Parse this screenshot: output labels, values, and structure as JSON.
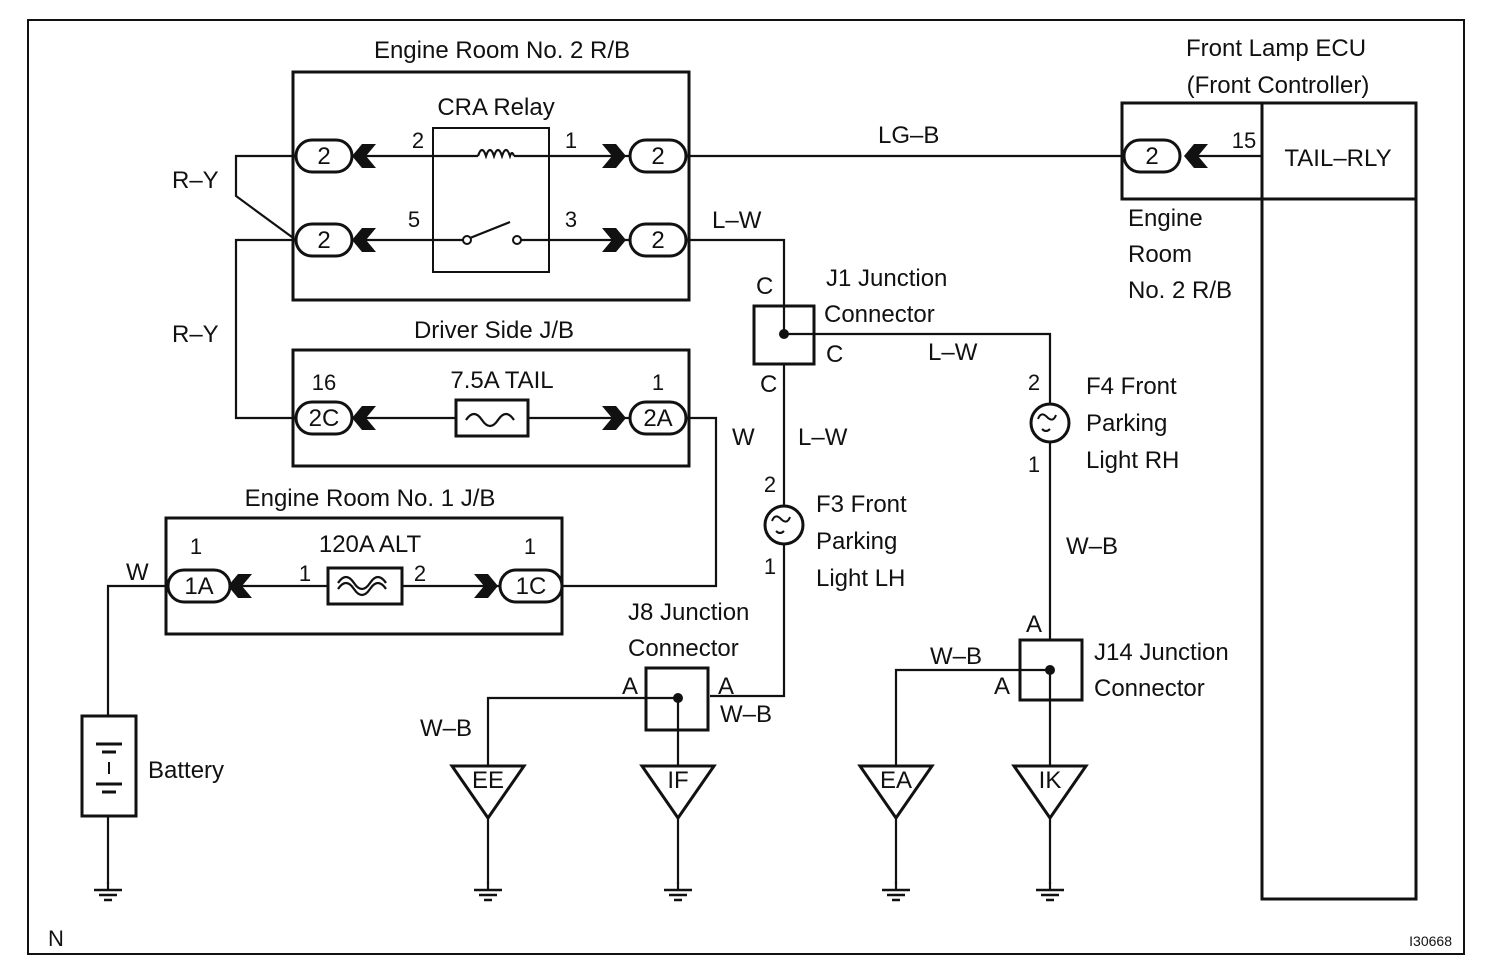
{
  "frame": {
    "corner_left": "N",
    "code": "I30668"
  },
  "er2_rb": {
    "title": "Engine Room No. 2 R/B",
    "relay": "CRA Relay",
    "pins": [
      "2",
      "1",
      "5",
      "3"
    ],
    "connectors": [
      "2",
      "2",
      "2",
      "2"
    ]
  },
  "driver_jb": {
    "title": "Driver Side J/B",
    "fuse": "7.5A TAIL",
    "pin_left": "16",
    "pin_right": "1",
    "conn_left": "2C",
    "conn_right": "2A"
  },
  "er1_jb": {
    "title": "Engine Room No. 1 J/B",
    "fuse": "120A ALT",
    "pin_left": "1",
    "pin_right": "1",
    "fuse_pin_left": "1",
    "fuse_pin_right": "2",
    "conn_left": "1A",
    "conn_right": "1C"
  },
  "ecu": {
    "title_line1": "Front Lamp ECU",
    "title_line2": "(Front Controller)",
    "terminal": "TAIL–RLY",
    "pin": "15",
    "connector": "2",
    "rb_line1": "Engine",
    "rb_line2": "Room",
    "rb_line3": "No. 2 R/B"
  },
  "wires": {
    "ry_top": "R–Y",
    "ry_mid": "R–Y",
    "lgb": "LG–B",
    "lw_top": "L–W",
    "lw_j1": "L–W",
    "lw_mid": "L–W",
    "w_mid": "W",
    "w_battery": "W",
    "wb_j8_left": "W–B",
    "wb_j8_right": "W–B",
    "wb_f4": "W–B",
    "wb_j14": "W–B"
  },
  "j1": {
    "line1": "J1 Junction",
    "line2": "Connector",
    "c_top": "C",
    "c_right": "C",
    "c_bottom": "C"
  },
  "j8": {
    "line1": "J8 Junction",
    "line2": "Connector",
    "a_left": "A",
    "a_right": "A"
  },
  "j14": {
    "line1": "J14 Junction",
    "line2": "Connector",
    "a_top": "A",
    "a_left": "A"
  },
  "f3": {
    "line1": "F3 Front",
    "line2": "Parking",
    "line3": "Light LH",
    "pin_top": "2",
    "pin_bottom": "1"
  },
  "f4": {
    "line1": "F4 Front",
    "line2": "Parking",
    "line3": "Light RH",
    "pin_top": "2",
    "pin_bottom": "1"
  },
  "battery": {
    "label": "Battery"
  },
  "grounds": [
    "EE",
    "IF",
    "EA",
    "IK"
  ]
}
